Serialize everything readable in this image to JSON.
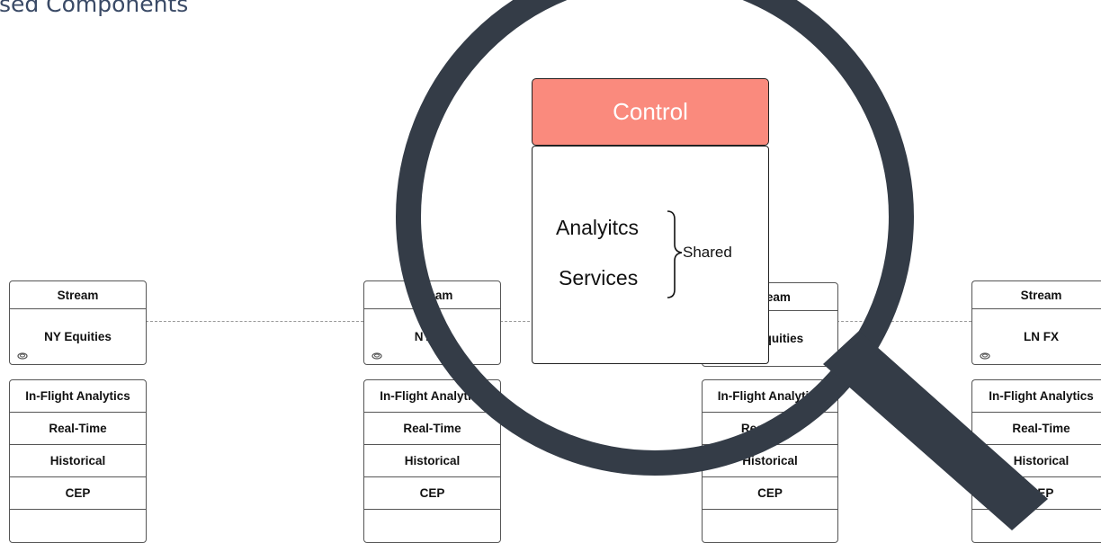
{
  "title": "ised Components",
  "control": {
    "header": "Control",
    "items": [
      "Analyitcs",
      "Services"
    ],
    "brace_label": "Shared"
  },
  "columns": [
    {
      "stream_header": "Stream",
      "stream_name": "NY Equities",
      "analytics": [
        "In-Flight Analytics",
        "Real-Time",
        "Historical",
        "CEP",
        ""
      ]
    },
    {
      "stream_header": "Stream",
      "stream_name": "NY FX",
      "analytics": [
        "In-Flight Analytics",
        "Real-Time",
        "Historical",
        "CEP",
        ""
      ]
    },
    {
      "stream_header": "Stream",
      "stream_name": "LN Equities",
      "analytics": [
        "In-Flight Analytics",
        "Real-Time",
        "Historical",
        "CEP",
        ""
      ]
    },
    {
      "stream_header": "Stream",
      "stream_name": "LN FX",
      "analytics": [
        "In-Flight Analytics",
        "Real-Time",
        "Historical",
        "CEP",
        ""
      ]
    }
  ],
  "colors": {
    "control_fill": "#fa8a7d",
    "magnifier": "#343c47",
    "title": "#3a4a66"
  },
  "icons": [
    "magnifying-glass-icon",
    "stream-ring-icon"
  ]
}
